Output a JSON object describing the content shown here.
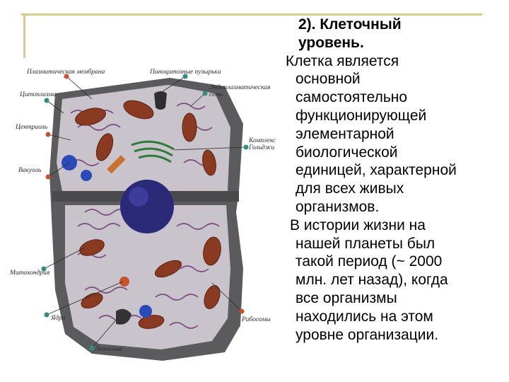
{
  "slide": {
    "title_lines": [
      "2). Клеточный",
      "уровень."
    ],
    "paragraph1_lines": [
      "Клетка является",
      "основной",
      "самостоятельно",
      "функционирующей",
      "элементарной",
      "биологической",
      "единицей, характерной",
      "для всех живых",
      "организмов."
    ],
    "paragraph2_lines": [
      "В истории жизни на",
      "нашей планеты был",
      "такой период (~ 2000",
      "млн. лет назад), когда",
      "все организмы",
      "находились на этом",
      "уровне организации."
    ]
  },
  "diagram": {
    "labels": {
      "plasma_membrane": "Плазматическая мембрана",
      "pinocytic_vesicle": "Пиноцитозные пузырьки",
      "cytoplasm": "Цитоплазма",
      "er_line1": "Эндоплазматическая",
      "er_line2": "сеть",
      "centriole": "Центриоль",
      "golgi_line1": "Комплекс",
      "golgi_line2": "Гольджи",
      "vacuole": "Вакуоль",
      "mitochondria": "Митохондрия",
      "nucleus": "Ядро",
      "ribosomes": "Рибосомы",
      "lysosome": "Лизосома"
    },
    "colors": {
      "cell_outer": "#5b5b5e",
      "cytoplasm": "#c9c4cc",
      "er": "#7a4a7e",
      "mitochondria": "#8b3a22",
      "nucleus": "#2b2a78",
      "golgi": "#2f7a38",
      "vacuole": "#2a4ab8"
    }
  }
}
